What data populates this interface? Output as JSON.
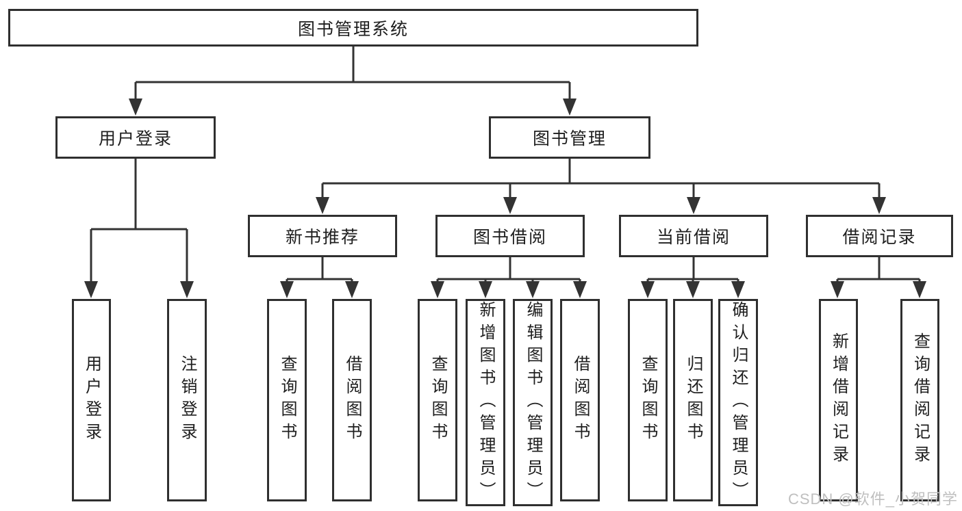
{
  "tree": {
    "label": "图书管理系统",
    "children": [
      {
        "label": "用户登录",
        "children": [
          {
            "label": "用户登录"
          },
          {
            "label": "注销登录"
          }
        ]
      },
      {
        "label": "图书管理",
        "children": [
          {
            "label": "新书推荐",
            "children": [
              {
                "label": "查询图书"
              },
              {
                "label": "借阅图书"
              }
            ]
          },
          {
            "label": "图书借阅",
            "children": [
              {
                "label": "查询图书"
              },
              {
                "label": "新增图书（管理员）"
              },
              {
                "label": "编辑图书（管理员）"
              },
              {
                "label": "借阅图书"
              }
            ]
          },
          {
            "label": "当前借阅",
            "children": [
              {
                "label": "查询图书"
              },
              {
                "label": "归还图书"
              },
              {
                "label": "确认归还（管理员）"
              }
            ]
          },
          {
            "label": "借阅记录",
            "children": [
              {
                "label": "新增借阅记录"
              },
              {
                "label": "查询借阅记录"
              }
            ]
          }
        ]
      }
    ]
  },
  "watermark": {
    "text": "CSDN @软件_小贺同学"
  },
  "colors": {
    "line": "#333333",
    "box_border": "#2f2f2f",
    "text": "#1e1e1e",
    "watermark": "#bfbfbf",
    "background": "#ffffff"
  }
}
